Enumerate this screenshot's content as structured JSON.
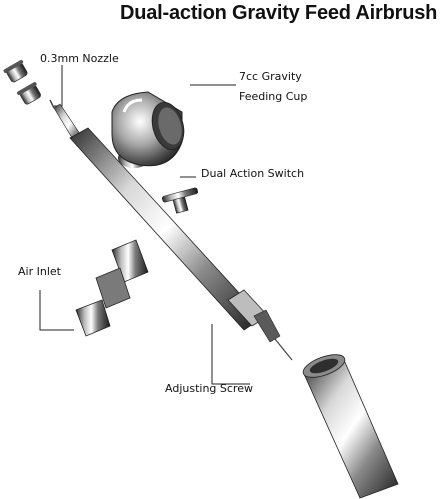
{
  "title": "Dual-action Gravity Feed Airbrush",
  "labels": {
    "nozzle": "0.3mm Nozzle",
    "cup_line1": "7cc Gravity",
    "cup_line2": "Feeding Cup",
    "switch": "Dual Action Switch",
    "inlet": "Air Inlet",
    "screw": "Adjusting Screw"
  },
  "colors": {
    "metal_dark": "#3a3a3a",
    "metal_mid": "#9a9a9a",
    "metal_light": "#f4f4f4",
    "leader_line": "#222222"
  }
}
